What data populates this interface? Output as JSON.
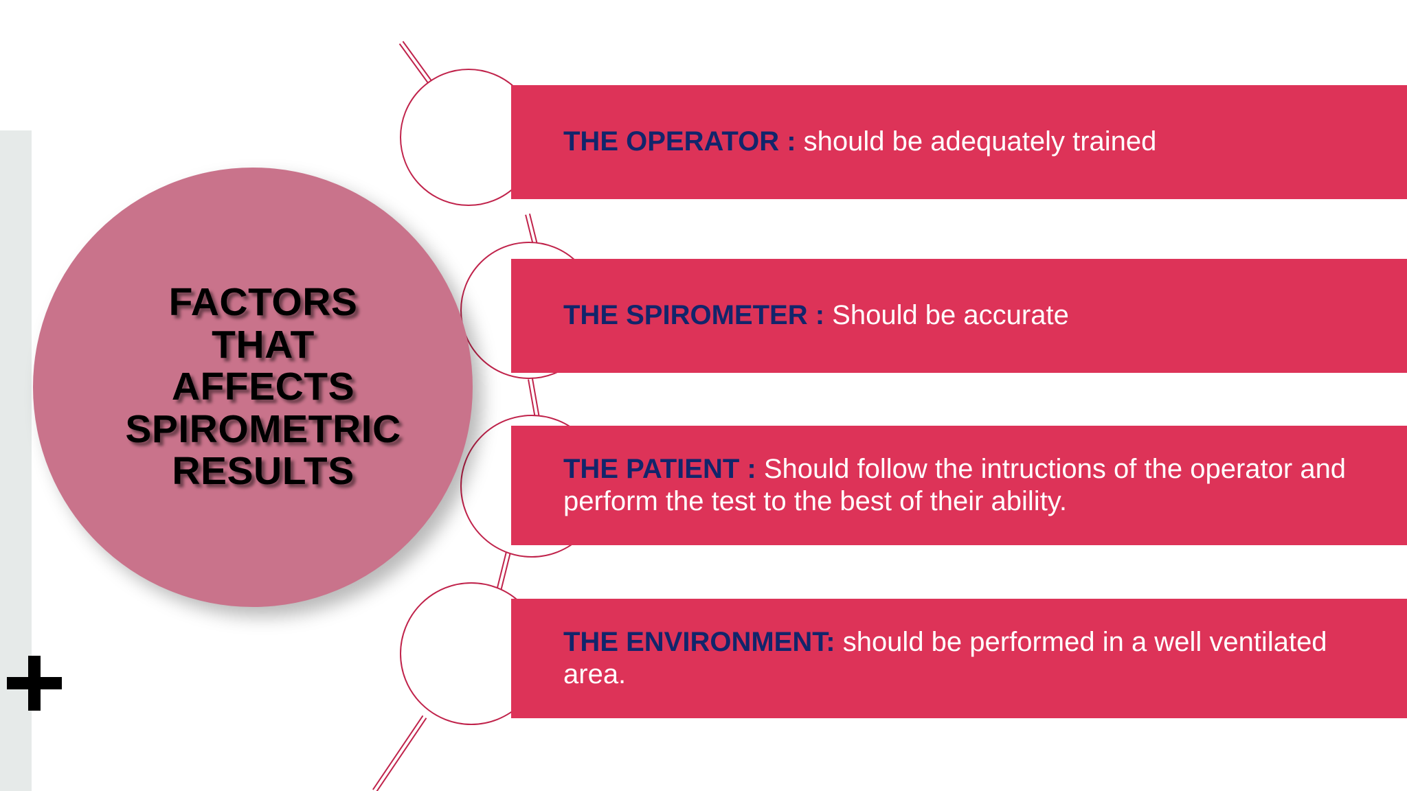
{
  "slide": {
    "hub": {
      "label": "FACTORS\nTHAT\nAFFECTS\nSPIROMETRIC\nRESULTS"
    },
    "colors": {
      "hub_fill": "#c9738b",
      "bar_fill": "#dd3358",
      "lead_text": "#12256b",
      "body_text": "#ffffff",
      "outline": "#c0234b",
      "left_strip": "#e6eae9",
      "plus_mark": "#000000"
    },
    "rows": [
      {
        "id": "operator",
        "lead": "THE OPERATOR :",
        "body": " should be adequately trained"
      },
      {
        "id": "spirometer",
        "lead": "THE SPIROMETER :",
        "body": " Should be accurate"
      },
      {
        "id": "patient",
        "lead": "THE PATIENT :",
        "body": " Should follow the intructions of the operator and perform the test to the best of their ability."
      },
      {
        "id": "environment",
        "lead": "THE ENVIRONMENT:",
        "body": " should be performed in a well ventilated area."
      }
    ],
    "decor": {
      "plus_glyph": "plus-sign"
    }
  }
}
